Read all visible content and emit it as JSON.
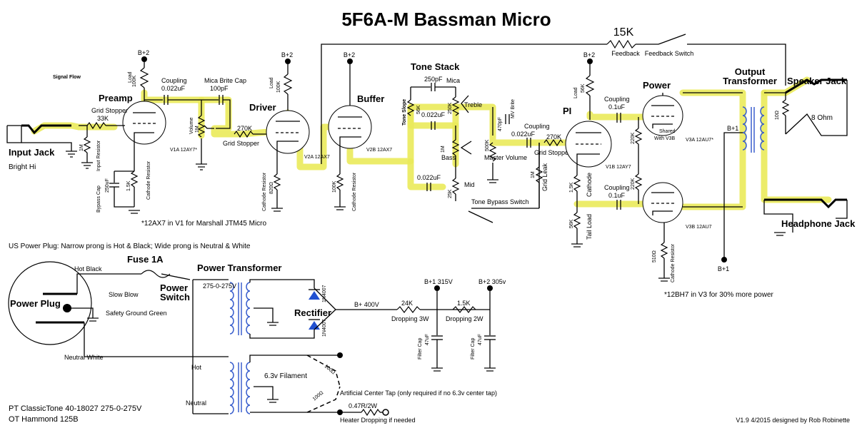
{
  "title": "5F6A-M Bassman Micro",
  "signal_flow": "Signal Flow",
  "sections": {
    "preamp": "Preamp",
    "driver": "Driver",
    "buffer": "Buffer",
    "tone_stack": "Tone Stack",
    "pi": "PI",
    "power": "Power",
    "output_transformer_1": "Output",
    "output_transformer_2": "Transformer",
    "speaker_jack": "Speaker Jack",
    "headphone_jack": "Headphone Jack",
    "input_jack": "Input Jack",
    "bright_hi": "Bright Hi",
    "power_plug": "Power Plug",
    "fuse": "Fuse 1A",
    "power_switch_1": "Power",
    "power_switch_2": "Switch",
    "power_transformer": "Power Transformer",
    "rectifier": "Rectifier"
  },
  "feedback": {
    "value": "15K",
    "label": "Feedback",
    "switch": "Feedback Switch"
  },
  "preamp": {
    "bplus": "B+2",
    "load_label": "Load",
    "load_value": "100K",
    "coupling_label": "Coupling",
    "coupling_value": "0.022uF",
    "grid_stopper_label": "Grid Stopper",
    "grid_stopper_value": "33K",
    "input_resistor_label": "Input Resistor",
    "input_resistor_value": "1M",
    "bypass_cap_label": "Bypass Cap",
    "bypass_cap_value": "250uF",
    "cathode_label": "Cathode Resistor",
    "cathode_value": "1.5K",
    "tube": "V1A 12AY7*",
    "mica_label": "Mica Brite Cap",
    "mica_value": "100pF",
    "volume_label": "Volume",
    "volume_value": "1M"
  },
  "driver": {
    "grid_stopper_value": "270K",
    "grid_stopper_label": "Grid Stopper",
    "bplus": "B+2",
    "load_label": "Load",
    "load_value": "100K",
    "tube": "V2A 12AX7",
    "cathode_label": "Cathode Resistor",
    "cathode_value": "820Ω"
  },
  "buffer": {
    "bplus": "B+2",
    "tube": "V2B 12AX7",
    "cathode_label": "Cathode Resistor",
    "cathode_value": "100K"
  },
  "tone": {
    "treble_cap": "250pF",
    "mica": "Mica",
    "slope_label": "Tone Slope",
    "slope_value": "56K",
    "mid_cap_top": "0.022uF",
    "treble_pot": "250K",
    "treble": "Treble",
    "bass_pot": "1M",
    "bass": "Bass",
    "mid_cap": "0.022uF",
    "mid_pot": "25K",
    "mid": "Mid",
    "mv_brite_label": "MV Brite",
    "mv_brite_value": "470pF",
    "master_value": "500K",
    "master_label": "Master Volume",
    "coupling_label": "Coupling",
    "coupling_value": "0.022uF",
    "grid_stopper_value": "270K",
    "grid_stopper_label": "Grid Stopper",
    "bypass_switch": "Tone Bypass Switch"
  },
  "pi": {
    "bplus": "B+2",
    "load_label": "Load",
    "load_value": "56K",
    "tube": "V1B 12AY7",
    "grid_leak_label": "Grid Leak",
    "grid_leak_value": "1M",
    "cathode_label": "Cathode",
    "cathode_value": "1.5K",
    "tail_label": "Tail Load",
    "tail_value": "56K"
  },
  "power": {
    "coupling_label_top": "Coupling",
    "coupling_value_top": "0.1uF",
    "coupling_label_bot": "Coupling",
    "coupling_value_bot": "0.1uF",
    "grid_top": "220K",
    "grid_bot": "220K",
    "shared_1": "Shared",
    "shared_2": "With V3B",
    "tube_top": "V3A 12AU7*",
    "tube_bot": "V3B 12AU7",
    "cathode_label": "Cathode Resistor",
    "cathode_value": "510Ω",
    "bplus1": "B+1",
    "bplus1_bottom": "B+1"
  },
  "output": {
    "speaker_res": "10Ω",
    "ohm": "8 Ohm"
  },
  "notes": {
    "v1_note": "*12AX7 in V1 for Marshall JTM45 Micro",
    "plug_note": "US Power Plug: Narrow prong is Hot & Black; Wide prong is Neutral & White",
    "v3_note": "*12BH7 in V3 for 30% more power",
    "pt_model": "PT ClassicTone 40-18027 275-0-275V",
    "ot_model": "OT Hammond 125B",
    "version": "V1.9 4/2015 designed by Rob Robinette"
  },
  "psu": {
    "hot_black": "Hot Black",
    "slow_blow": "Slow Blow",
    "safety_ground": "Safety Ground Green",
    "neutral_white": "Neutral White",
    "secondary": "275-0-275V",
    "diode_top": "1N4007",
    "diode_bot": "1N4007",
    "bplus_main": "B+ 400V",
    "dropping1_value": "24K",
    "dropping1_label": "Dropping 3W",
    "bplus1": "B+1 315V",
    "bplus2": "B+2 305v",
    "dropping2_value": "1.5K",
    "dropping2_label": "Dropping 2W",
    "filter_label": "Filter Cap",
    "filter_value": "47uF",
    "hot": "Hot",
    "neutral": "Neutral",
    "filament": "6.3v Filament",
    "ct_res_top": "100Ω",
    "ct_res_bot": "100Ω",
    "ct_note": "Artificial Center Tap (only required if no 6.3v center tap)",
    "heater_res": "0.47R/2W",
    "heater_note": "Heater Dropping if needed"
  }
}
